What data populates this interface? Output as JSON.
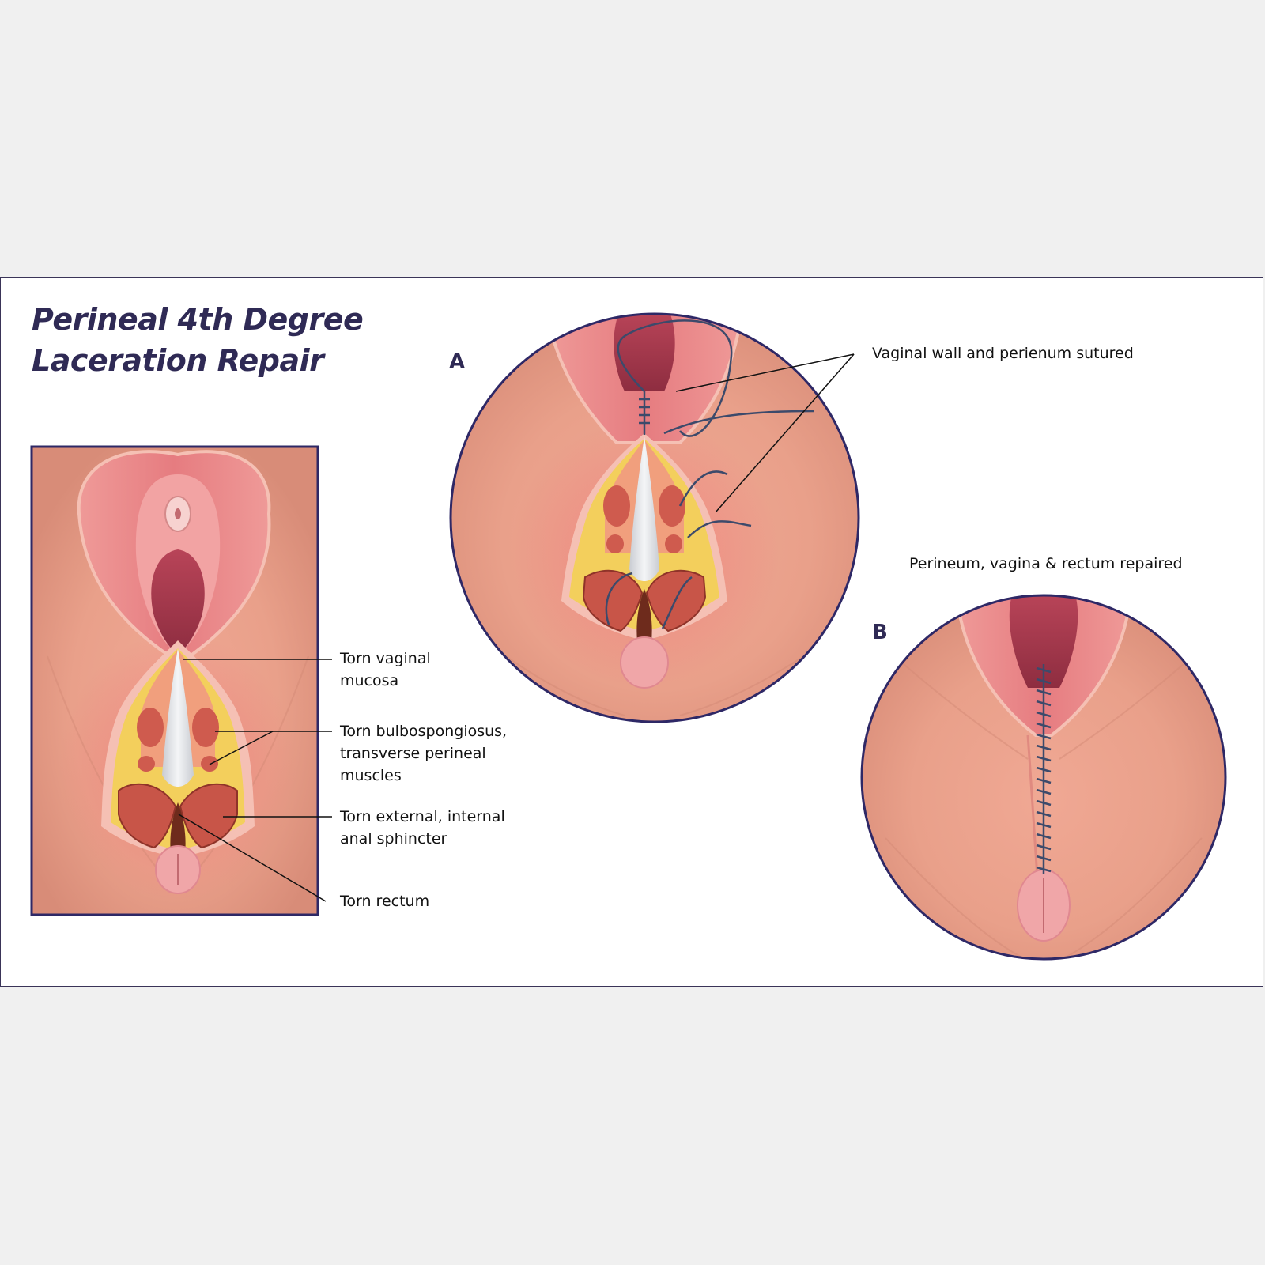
{
  "title": {
    "line1": "Perineal 4th Degree",
    "line2": "Laceration Repair"
  },
  "panels": {
    "a_letter": "A",
    "b_letter": "B"
  },
  "labels": {
    "torn_vaginal_mucosa": [
      "Torn vaginal",
      "mucosa"
    ],
    "torn_bulbospongiosus": [
      "Torn bulbospongiosus,",
      "transverse perineal",
      "muscles"
    ],
    "torn_sphincter": [
      "Torn external, internal",
      "anal sphincter"
    ],
    "torn_rectum": "Torn rectum",
    "vaginal_wall_sutured": "Vaginal wall and perienum sutured",
    "repaired": "Perineum, vagina & rectum repaired"
  },
  "colors": {
    "title": "#2f2a55",
    "frame": "#2e2866",
    "skin": "#eaa28c",
    "mucosa": "#e88486",
    "muscle": "#cf5b4e",
    "fat": "#f3cf5c",
    "rectal_lining": "#dfe2e6",
    "suture": "#3c4a6b"
  }
}
